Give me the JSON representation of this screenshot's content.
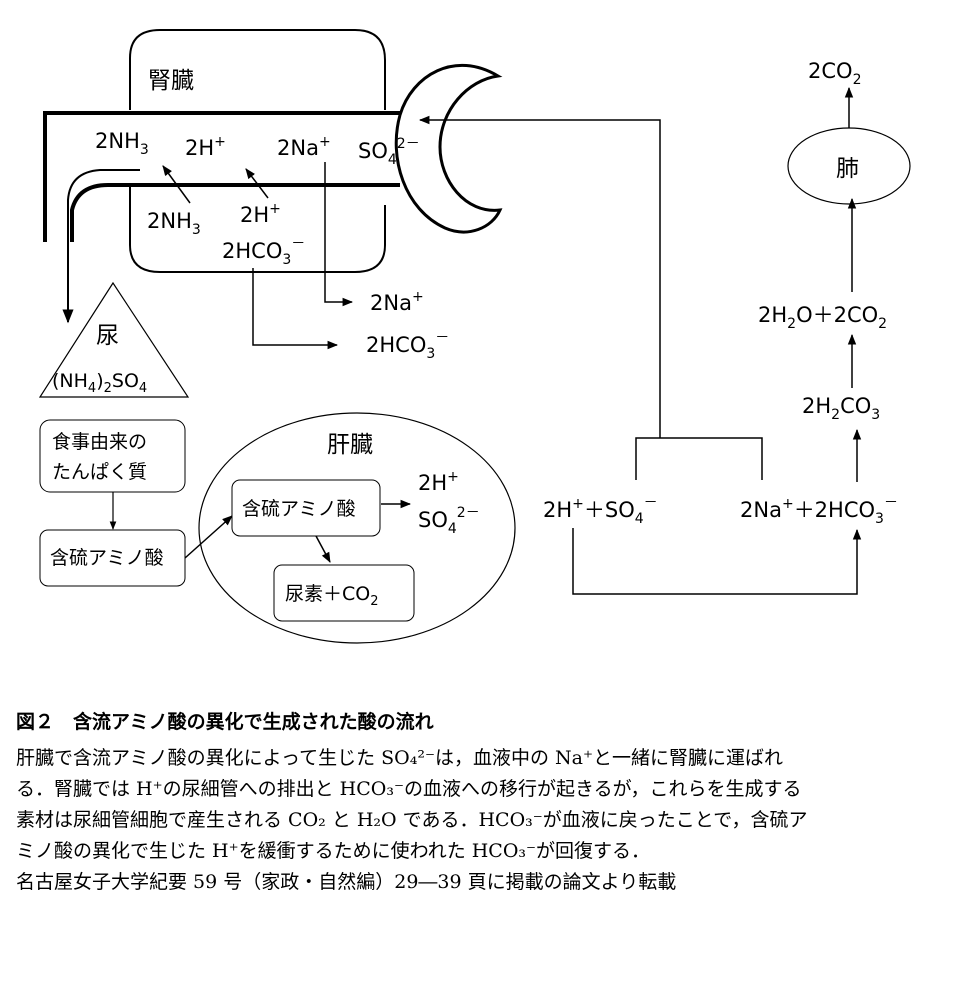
{
  "organs": {
    "kidney": "腎臓",
    "liver": "肝臓",
    "lung": "肺",
    "urine": "尿"
  },
  "kidney_labels": {
    "nh3_top": "2NH",
    "nh3_top_sub": "3",
    "h_top": "2H",
    "h_top_sup": "+",
    "na_top": "2Na",
    "na_top_sup": "+",
    "so4_top": "SO",
    "so4_top_sub": "4",
    "so4_top_sup": "2－",
    "nh3_inner": "2NH",
    "nh3_inner_sub": "3",
    "h_inner": "2H",
    "h_inner_sup": "+",
    "hco3_inner": "2HCO",
    "hco3_inner_sub": "3",
    "hco3_inner_sup": "－",
    "na_out": "2Na",
    "na_out_sup": "+",
    "hco3_out": "2HCO",
    "hco3_out_sub": "3",
    "hco3_out_sup": "－"
  },
  "urine_formula": {
    "a": "(NH",
    "b": "4",
    "c": ")",
    "d": "2",
    "e": "SO",
    "f": "4"
  },
  "boxes": {
    "protein_line1": "食事由来の",
    "protein_line2": "たんぱく質",
    "sulfur_amino_outer": "含硫アミノ酸",
    "sulfur_amino_liver": "含硫アミノ酸",
    "urea_a": "尿素＋CO",
    "urea_sub": "2"
  },
  "liver_products": {
    "h": "2H",
    "h_sup": "+",
    "so4": "SO",
    "so4_sub": "4",
    "so4_sup": "2－"
  },
  "blood": {
    "h": "2H",
    "h_sup": "+",
    "so4": "＋SO",
    "so4_sub": "4",
    "so4_sup": "－",
    "na": "2Na",
    "na_sup": "+",
    "hco3": "＋2HCO",
    "hco3_sub": "3",
    "hco3_sup": "－"
  },
  "lung_chain": {
    "h2co3_a": "2H",
    "h2co3_sub1": "2",
    "h2co3_b": "CO",
    "h2co3_sub2": "3",
    "h2o_a": "2H",
    "h2o_sub": "2",
    "h2o_b": "O＋2CO",
    "h2o_sub2": "2",
    "co2": "2CO",
    "co2_sub": "2"
  },
  "caption": {
    "title": "図２　含流アミノ酸の異化で生成された酸の流れ",
    "lines": [
      "肝臓で含流アミノ酸の異化によって生じた SO₄²⁻は，血液中の Na⁺と一緒に腎臓に運ばれ",
      "る．腎臓では H⁺の尿細管への排出と HCO₃⁻の血液への移行が起きるが，これらを生成する",
      "素材は尿細管細胞で産生される CO₂ と H₂O である．HCO₃⁻が血液に戻ったことで，含硫ア",
      "ミノ酸の異化で生じた H⁺を緩衝するために使われた HCO₃⁻が回復する．",
      "名古屋女子大学紀要 59 号（家政・自然編）29―39 頁に掲載の論文より転載"
    ]
  },
  "colors": {
    "line": "#000000",
    "background": "#ffffff"
  }
}
